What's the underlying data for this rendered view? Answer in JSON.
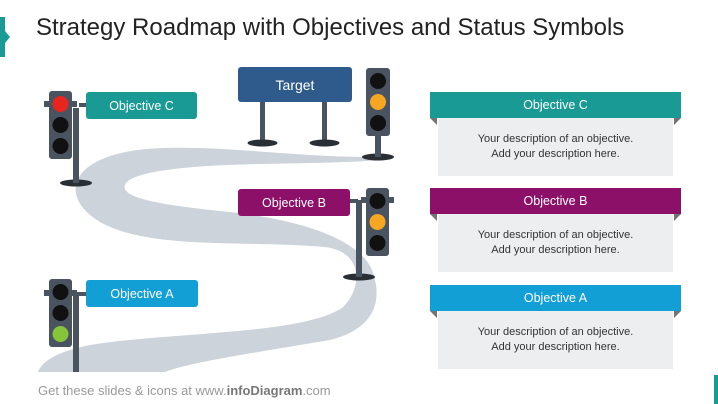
{
  "title": "Strategy Roadmap with Objectives and Status Symbols",
  "target_label": "Target",
  "road_labels": {
    "objective_c": "Objective C",
    "objective_b": "Objective B",
    "objective_a": "Objective A"
  },
  "panels": [
    {
      "heading": "Objective C",
      "line1": "Your description of an objective.",
      "line2": "Add your description here.",
      "color": "#1a9a95"
    },
    {
      "heading": "Objective B",
      "line1": "Your description of an objective.",
      "line2": "Add your description here.",
      "color": "#8c1068"
    },
    {
      "heading": "Objective A",
      "line1": "Your description of an objective.",
      "line2": "Add your description here.",
      "color": "#119fd6"
    }
  ],
  "status_colors": {
    "objective_c": "red",
    "objective_b": "amber",
    "objective_a": "green",
    "target": "amber"
  },
  "colors": {
    "red": "#e8261f",
    "amber": "#f5a623",
    "green": "#86c43a",
    "off": "#111111",
    "housing": "#4a5360",
    "road": "#cdd3da"
  },
  "footer": {
    "prefix": "Get these slides & icons at www.",
    "brand": "infoDiagram",
    "suffix": ".com"
  }
}
